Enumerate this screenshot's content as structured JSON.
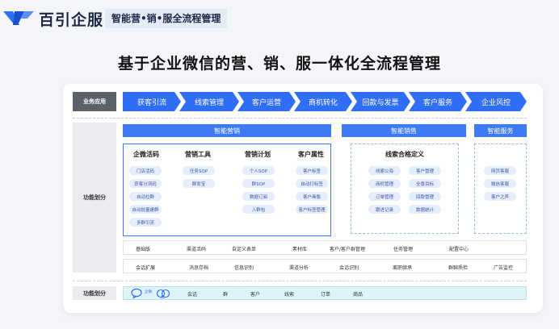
{
  "brand": {
    "name": "百引企服",
    "tagline": "智能营•销•服全流程管理"
  },
  "headline": "基于企业微信的营、销、服一体化全流程管理",
  "rows": {
    "business_app": "业务应用",
    "function_split_1": "功能划分",
    "function_split_2": "功能划分"
  },
  "process": [
    "获客引流",
    "线索管理",
    "客户运营",
    "商机转化",
    "回款与发票",
    "客户服务",
    "企业风控"
  ],
  "sections": {
    "marketing": "智能营销",
    "sales": "智能销售",
    "service": "智能服务"
  },
  "columns": {
    "acquire": {
      "title": "企微活码",
      "items": [
        "门店活码",
        "获客分流码",
        "自动拉群",
        "自动批量建群",
        "多群引流"
      ]
    },
    "tools": {
      "title": "营销工具",
      "items": [
        "任务SOP",
        "群发宝"
      ]
    },
    "plan": {
      "title": "营销计划",
      "items": [
        "个人SOP",
        "群SOP",
        "数据订阅",
        "入群包"
      ]
    },
    "attr": {
      "title": "客户属性",
      "items": [
        "客户标签",
        "自动打标签",
        "客户画像",
        "客户标签管理"
      ]
    },
    "leads": {
      "title": "线索合格定义",
      "items": [
        "线索公海",
        "客户管理",
        "商机管理",
        "全景目标",
        "订单管理",
        "回款管理",
        "跟进记录",
        "数据统计"
      ]
    },
    "service": {
      "items": [
        "网页客服",
        "微信客服",
        "客户之声"
      ]
    }
  },
  "line1": [
    "基础版",
    "渠道活码",
    "自定义表单",
    "素材库",
    "客户/客户群管理",
    "任务管理",
    "配置中心"
  ],
  "line2": [
    "会话扩展",
    "消息存档",
    "信息识别",
    "渠道分析",
    "会话识别",
    "离职继承",
    "群聊质检",
    "广告监控"
  ],
  "bottom": {
    "icon_labels": [
      "企微",
      "群"
    ],
    "items": [
      "会话",
      "群",
      "客户",
      "线索",
      "订单",
      "商品"
    ]
  },
  "colors": {
    "primary": "#2f6ef5",
    "pill_bg": "#e6edfb",
    "strip_bg": "#ddf3f8"
  }
}
